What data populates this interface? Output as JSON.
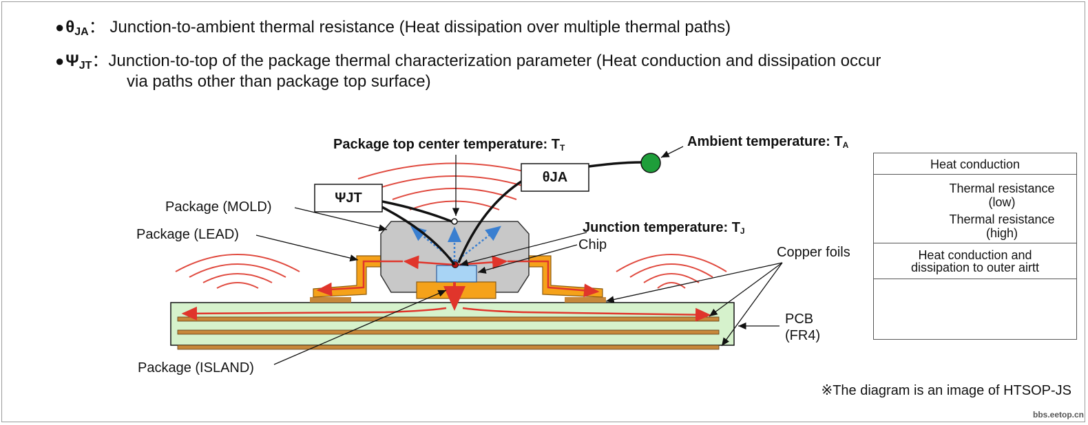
{
  "header": {
    "theta_symbol": "θ",
    "theta_subscript": "JA",
    "theta_desc": "：  Junction-to-ambient thermal resistance (Heat dissipation over multiple thermal paths)",
    "psi_symbol": "Ψ",
    "psi_subscript": "JT",
    "psi_desc": "：Junction-to-top of the package thermal characterization parameter (Heat conduction and dissipation occur",
    "psi_desc_line2": "via paths other than package top surface)"
  },
  "labels": {
    "package_top_center": "Package top center temperature: T",
    "package_top_center_sub": "T",
    "ambient": "Ambient temperature: T",
    "ambient_sub": "A",
    "junction": "Junction temperature: T",
    "junction_sub": "J",
    "chip": "Chip",
    "mold": "Package (MOLD)",
    "lead": "Package (LEAD)",
    "island": "Package (ISLAND)",
    "copper_foils": "Copper foils",
    "pcb": "PCB",
    "pcb_material": "(FR4)",
    "theta_box": "θJA",
    "psi_box": "ΨJT"
  },
  "legend": {
    "title": "Heat conduction",
    "low_label_1": "Thermal resistance",
    "low_label_2": "(low)",
    "high_label_1": "Thermal resistance",
    "high_label_2": "(high)",
    "dissipation_1": "Heat conduction and",
    "dissipation_2": "dissipation to outer airtt"
  },
  "footnote": "※The diagram is an image of HTSOP-JS",
  "watermark": "bbs.eetop.cn",
  "colors": {
    "heat_low": "#e0352b",
    "heat_high": "#3a7fd0",
    "wave": "#e04a3f",
    "lead": "#f5a21a",
    "pcb_fill": "#d6f2cc",
    "copper": "#c7883a",
    "mold": "#c8c8c8",
    "chip": "#a8d4f5",
    "ambient_dot": "#1e9e3a"
  }
}
